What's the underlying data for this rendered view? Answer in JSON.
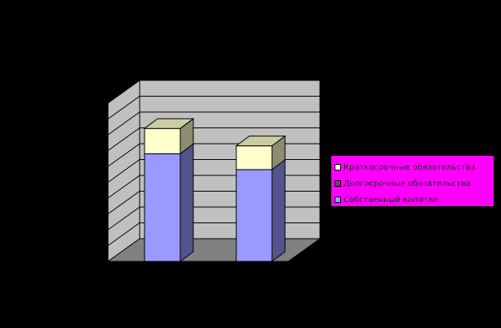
{
  "chart_data": {
    "type": "bar",
    "stacked": true,
    "three_d": true,
    "categories": [
      "",
      ""
    ],
    "series": [
      {
        "name": "Собственный капитал",
        "values": [
          68,
          58
        ],
        "color": "#9999ff"
      },
      {
        "name": "Долгосрочные обязательства",
        "values": [
          0,
          0
        ],
        "color": "#993366"
      },
      {
        "name": "Краткосрочные обязательства",
        "values": [
          16,
          15
        ],
        "color": "#ffffcc"
      }
    ],
    "title": "",
    "xlabel": "",
    "ylabel": "",
    "ylim": [
      0,
      100
    ],
    "grid": true,
    "legend_position": "right",
    "colors": {
      "background": "#000000",
      "wall": "#c0c0c0",
      "floor": "#808080",
      "gridline": "#000000",
      "legend_background": "#ff00ff"
    }
  },
  "legend": {
    "items": [
      {
        "label": "Краткосрочные обязательства",
        "color": "#ffffcc"
      },
      {
        "label": "Долгосрочные обязательства",
        "color": "#993366"
      },
      {
        "label": "Собственный капитал",
        "color": "#9999ff"
      }
    ]
  }
}
